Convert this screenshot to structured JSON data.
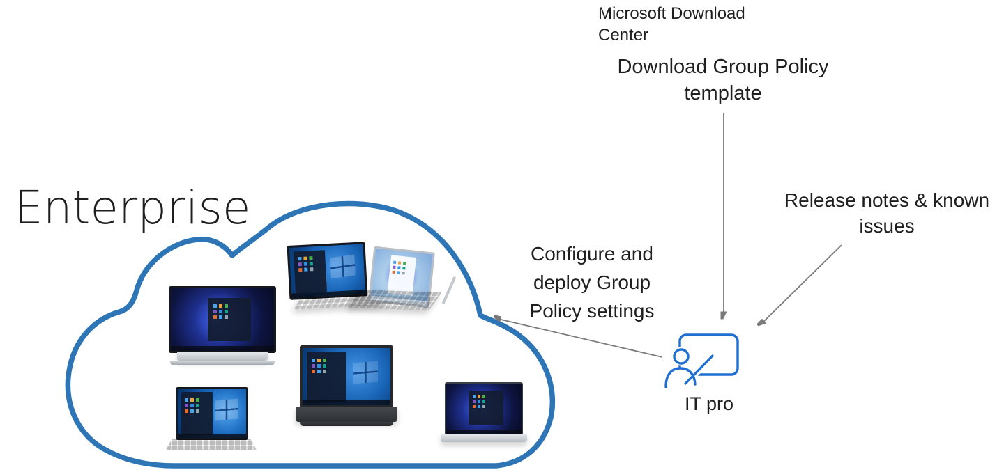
{
  "diagram": {
    "topic": "Group Policy template download and deployment to enterprise devices",
    "type": "flow-diagram"
  },
  "labels": {
    "microsoft_download_center": "Microsoft Download Center",
    "download_group_policy_template": "Download Group Policy template",
    "release_notes": "Release notes & known issues",
    "configure_deploy": "Configure and deploy Group Policy settings",
    "enterprise": "Enterprise",
    "it_pro": "IT pro"
  },
  "colors": {
    "background": "#FFFFFF",
    "cloud_outline_blue": "#2E75B6",
    "arrow_gray": "#7A7A7A",
    "it_pro_icon_blue": "#1F6FD0",
    "text": "#1F1F1F"
  },
  "icons": [
    "enterprise-cloud-icon",
    "it-pro-presenter-whiteboard-icon",
    "arrow-down-icon",
    "arrow-down-left-icon",
    "arrow-left-icon"
  ],
  "devices": [
    {
      "name": "laptop-win10-silver-top",
      "description": "silver laptop, Windows 10 desktop with dark Start menu"
    },
    {
      "name": "tablet-2in1-win11-top",
      "description": "2-in-1 tablet with kickstand and keyboard, light Windows 11 Start screen"
    },
    {
      "name": "laptop-win11-studio-left",
      "description": "laptop, dark Windows 11 bloom wallpaper with Start menu"
    },
    {
      "name": "laptop-win10-surfacebook-bottom-left",
      "description": "silver laptop, Windows 10 hero wallpaper with tiled Start menu"
    },
    {
      "name": "laptop-win10-dark-center",
      "description": "dark laptop, Windows 10 desktop with Start menu"
    },
    {
      "name": "laptop-win11-silver-right",
      "description": "silver laptop, dark Windows 11 Start menu"
    }
  ],
  "arrows": [
    {
      "name": "arrow-template-to-itpro",
      "from": "Download Group Policy template",
      "to": "IT pro",
      "direction": "down"
    },
    {
      "name": "arrow-release-notes-to-itpro",
      "from": "Release notes & known issues",
      "to": "IT pro",
      "direction": "down-left"
    },
    {
      "name": "arrow-itpro-to-cloud",
      "from": "IT pro",
      "to": "Enterprise cloud",
      "direction": "left",
      "label": "Configure and deploy Group Policy settings"
    }
  ]
}
